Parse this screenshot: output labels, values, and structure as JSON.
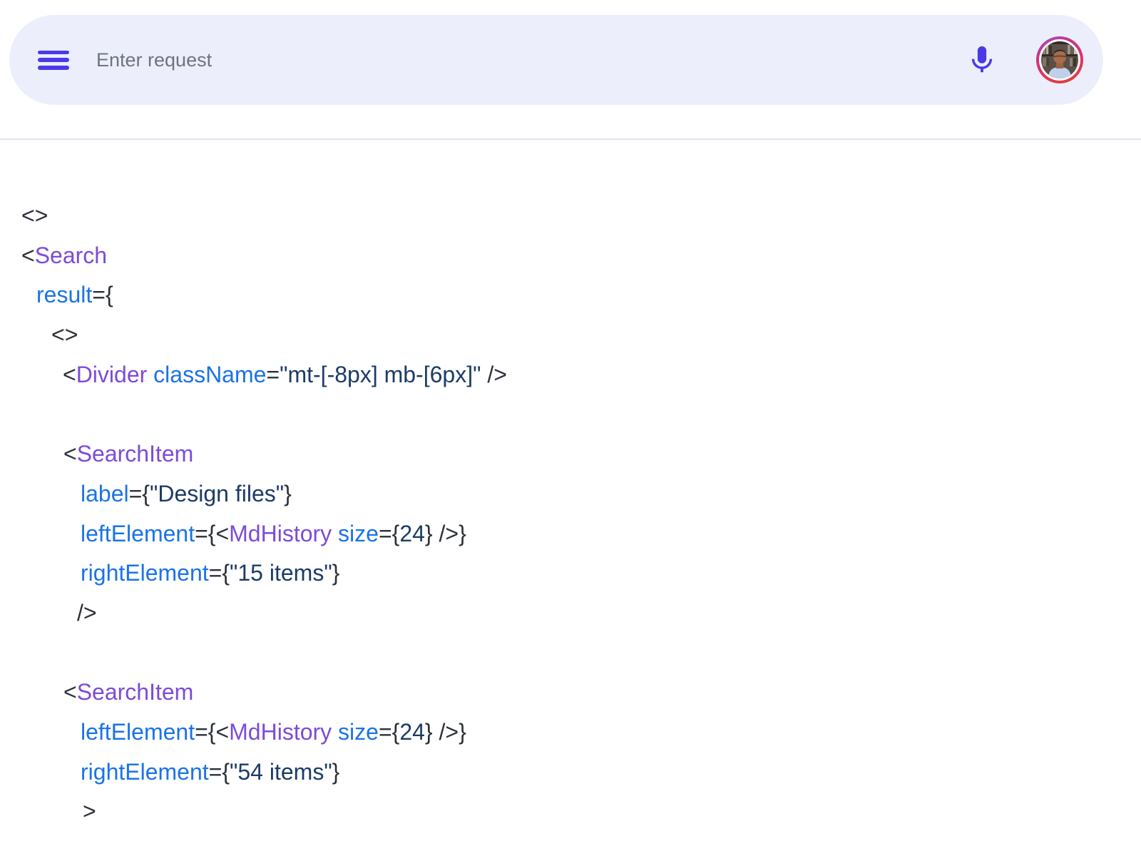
{
  "search_bar": {
    "placeholder": "Enter request",
    "menu_icon": "hamburger-icon",
    "mic_icon": "microphone-icon",
    "avatar": "user-profile-photo"
  },
  "colors": {
    "bar_background": "#ECEFFB",
    "accent_indigo": "#4B39E8",
    "divider": "#DEE2F4",
    "code_punctuation": "#2B2F38",
    "code_component": "#7C4BD8",
    "code_prop": "#1A73E8",
    "code_string": "#1C3B66",
    "avatar_ring_start": "#A94FD0",
    "avatar_ring_mid": "#E1306C",
    "avatar_ring_end": "#E0452B"
  },
  "code": {
    "lines": [
      {
        "indent": 30,
        "tokens": [
          {
            "t": "punct",
            "v": "<>"
          }
        ]
      },
      {
        "indent": 30,
        "tokens": [
          {
            "t": "punct",
            "v": "<"
          },
          {
            "t": "component",
            "v": "Search"
          }
        ]
      },
      {
        "indent": 51,
        "tokens": [
          {
            "t": "prop",
            "v": "result"
          },
          {
            "t": "punct",
            "v": "={"
          }
        ]
      },
      {
        "indent": 72,
        "tokens": [
          {
            "t": "punct",
            "v": "<>"
          }
        ]
      },
      {
        "indent": 88,
        "tokens": [
          {
            "t": "punct",
            "v": "<"
          },
          {
            "t": "component",
            "v": "Divider"
          },
          {
            "t": "plain",
            "v": " "
          },
          {
            "t": "prop",
            "v": "className"
          },
          {
            "t": "punct",
            "v": "="
          },
          {
            "t": "string",
            "v": "\"mt-[-8px] mb-[6px]\""
          },
          {
            "t": "punct",
            "v": " />"
          }
        ]
      },
      {
        "indent": 0,
        "tokens": []
      },
      {
        "indent": 89,
        "tokens": [
          {
            "t": "punct",
            "v": "<"
          },
          {
            "t": "component",
            "v": "SearchItem"
          }
        ]
      },
      {
        "indent": 113,
        "tokens": [
          {
            "t": "prop",
            "v": "label"
          },
          {
            "t": "punct",
            "v": "={"
          },
          {
            "t": "string",
            "v": "\"Design files\""
          },
          {
            "t": "punct",
            "v": "}"
          }
        ]
      },
      {
        "indent": 113,
        "tokens": [
          {
            "t": "prop",
            "v": "leftElement"
          },
          {
            "t": "punct",
            "v": "={<"
          },
          {
            "t": "component",
            "v": "MdHistory"
          },
          {
            "t": "plain",
            "v": " "
          },
          {
            "t": "prop",
            "v": "size"
          },
          {
            "t": "punct",
            "v": "={"
          },
          {
            "t": "number",
            "v": "24"
          },
          {
            "t": "punct",
            "v": "} />}"
          }
        ]
      },
      {
        "indent": 113,
        "tokens": [
          {
            "t": "prop",
            "v": "rightElement"
          },
          {
            "t": "punct",
            "v": "={"
          },
          {
            "t": "string",
            "v": "\"15 items\""
          },
          {
            "t": "punct",
            "v": "}"
          }
        ]
      },
      {
        "indent": 108,
        "tokens": [
          {
            "t": "punct",
            "v": "/>"
          }
        ]
      },
      {
        "indent": 0,
        "tokens": []
      },
      {
        "indent": 89,
        "tokens": [
          {
            "t": "punct",
            "v": "<"
          },
          {
            "t": "component",
            "v": "SearchItem"
          }
        ]
      },
      {
        "indent": 113,
        "tokens": [
          {
            "t": "prop",
            "v": "leftElement"
          },
          {
            "t": "punct",
            "v": "={<"
          },
          {
            "t": "component",
            "v": "MdHistory"
          },
          {
            "t": "plain",
            "v": " "
          },
          {
            "t": "prop",
            "v": "size"
          },
          {
            "t": "punct",
            "v": "={"
          },
          {
            "t": "number",
            "v": "24"
          },
          {
            "t": "punct",
            "v": "} />}"
          }
        ]
      },
      {
        "indent": 113,
        "tokens": [
          {
            "t": "prop",
            "v": "rightElement"
          },
          {
            "t": "punct",
            "v": "={"
          },
          {
            "t": "string",
            "v": "\"54 items\""
          },
          {
            "t": "punct",
            "v": "}"
          }
        ]
      },
      {
        "indent": 116,
        "tokens": [
          {
            "t": "punct",
            "v": ">"
          }
        ]
      }
    ]
  }
}
